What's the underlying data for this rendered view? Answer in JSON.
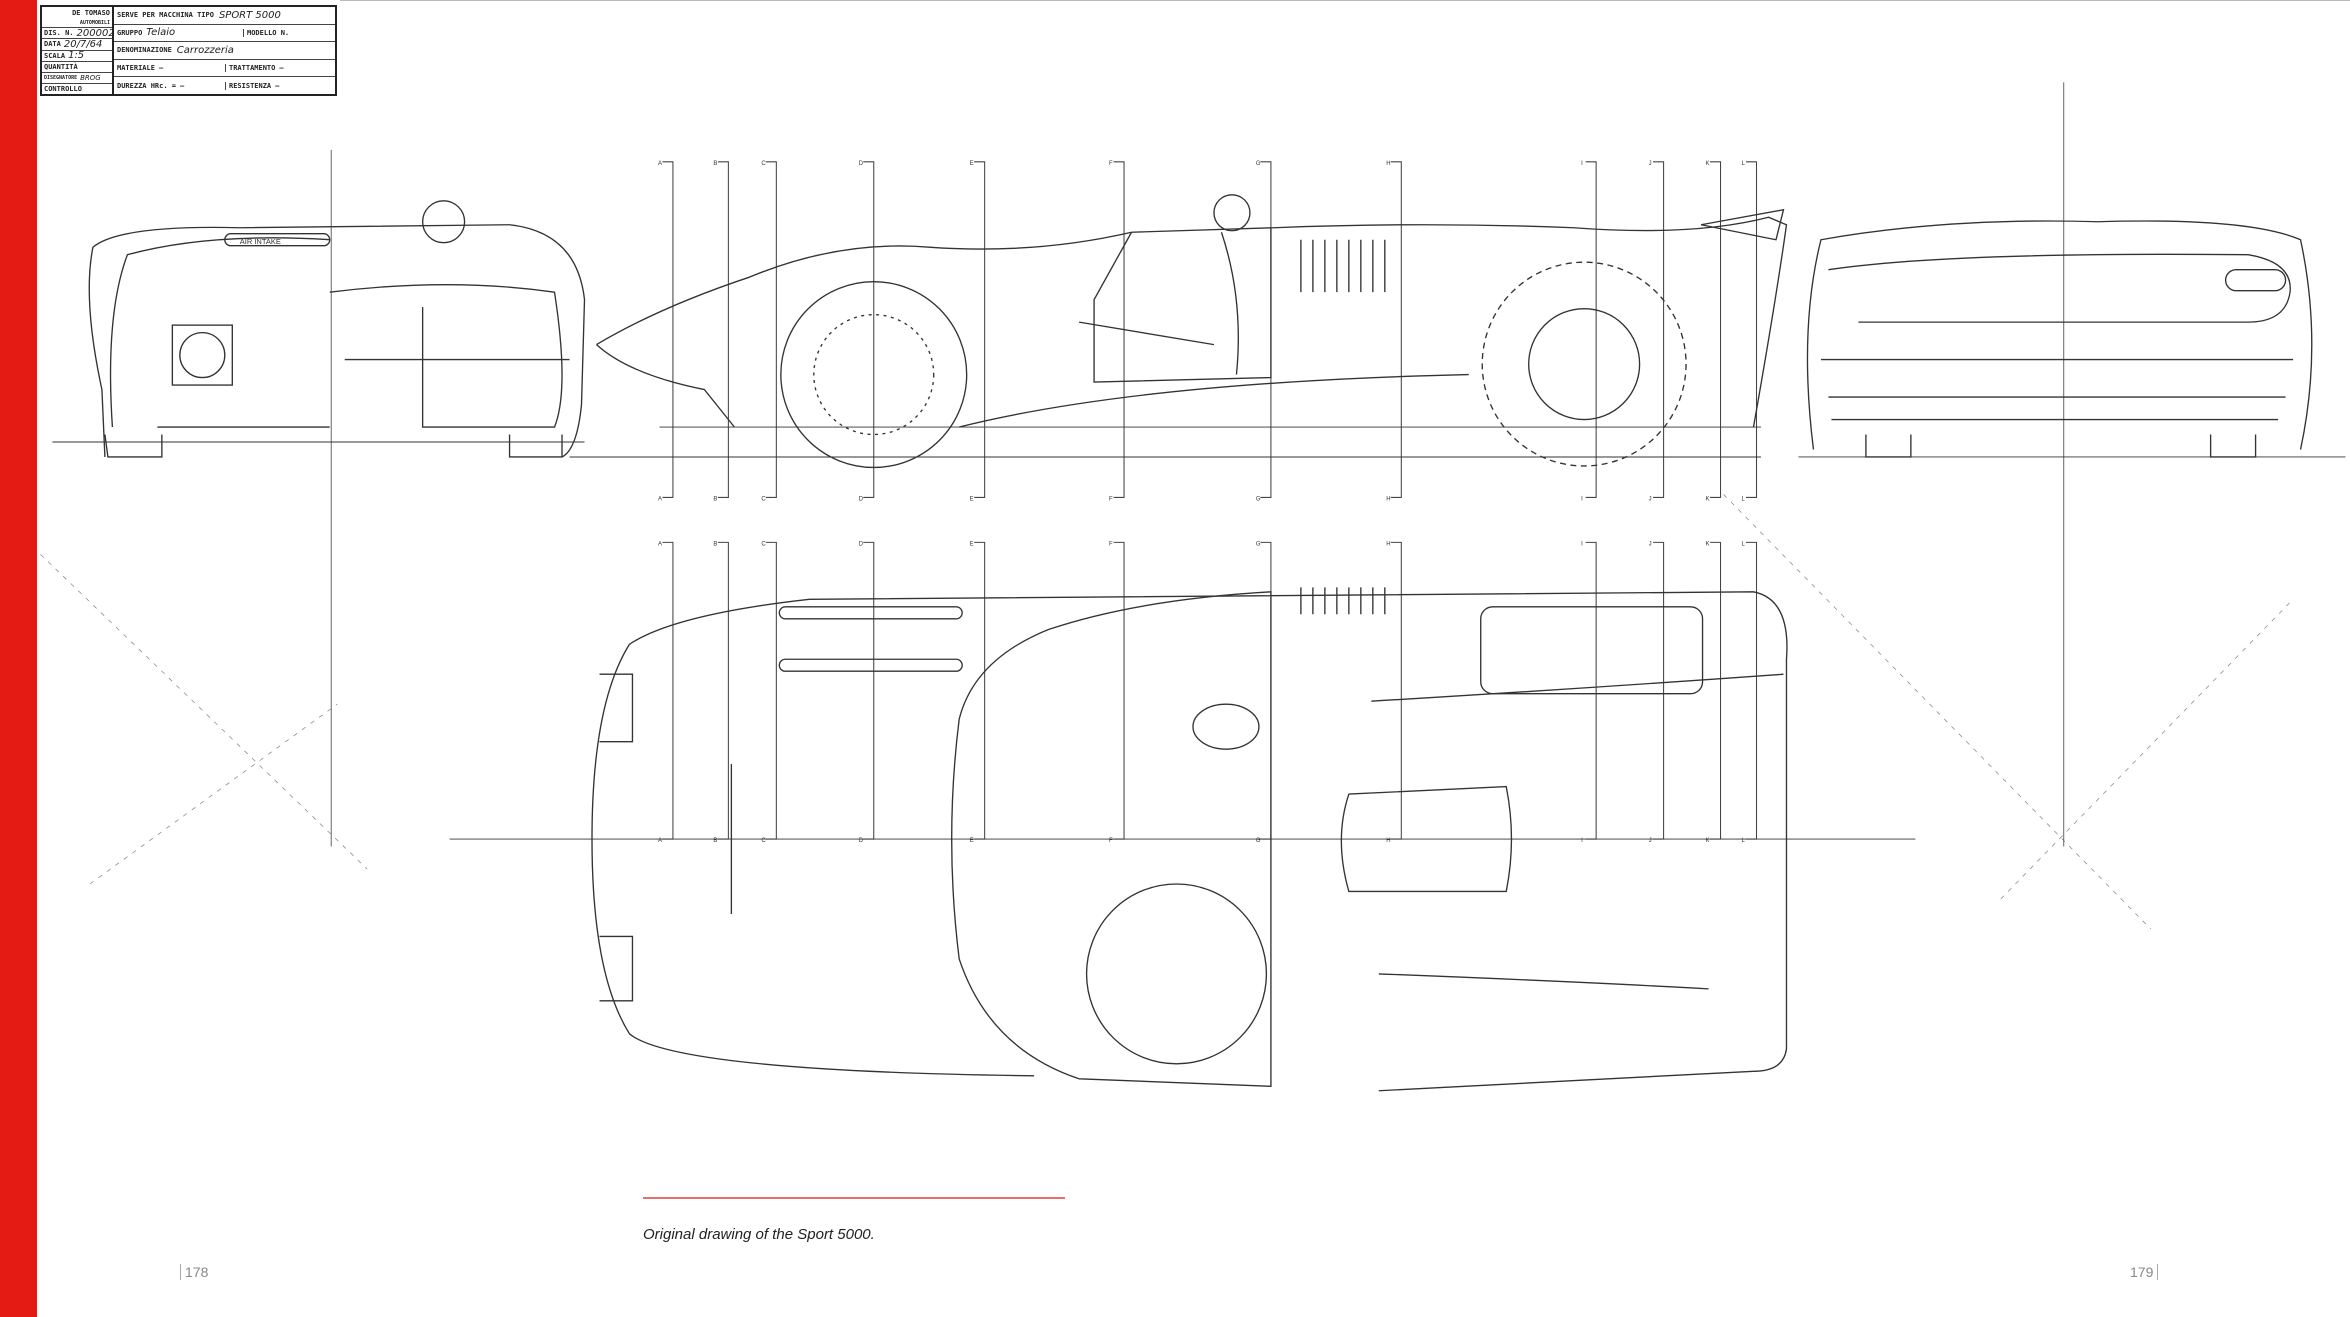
{
  "title_block": {
    "brand": "DE TOMASO",
    "brand_sub": "AUTOMOBILI",
    "dis_n_label": "DIS. N.",
    "dis_n_value": "200002",
    "data_label": "DATA",
    "data_value": "20/7/64",
    "scala_label": "SCALA",
    "scala_value": "1:5",
    "quantita_label": "QUANTITÀ",
    "disegnatore_label": "DISEGNATORE",
    "disegnatore_value": "BROG",
    "controllo_label": "CONTROLLO",
    "serve_label": "SERVE PER MACCHINA TIPO",
    "serve_value": "SPORT 5000",
    "gruppo_label": "GRUPPO",
    "gruppo_value": "Telaio",
    "modello_label": "MODELLO N.",
    "denominazione_label": "DENOMINAZIONE",
    "denominazione_value": "Carrozzeria",
    "materiale_label": "MATERIALE",
    "materiale_value": "—",
    "trattamento_label": "TRATTAMENTO",
    "trattamento_value": "—",
    "durezza_label": "DUREZZA HRc. =",
    "durezza_value": "—",
    "resistenza_label": "RESISTENZA",
    "resistenza_value": "—"
  },
  "drawing": {
    "stations": [
      "A",
      "B",
      "C",
      "D",
      "E",
      "F",
      "G",
      "H",
      "I",
      "J",
      "K",
      "L"
    ],
    "air_intake_label": "AIR INTAKE",
    "colors": {
      "accent": "#e31b14",
      "line": "#333333"
    }
  },
  "caption": "Original drawing of the Sport 5000.",
  "pages": {
    "left": "178",
    "right": "179"
  }
}
